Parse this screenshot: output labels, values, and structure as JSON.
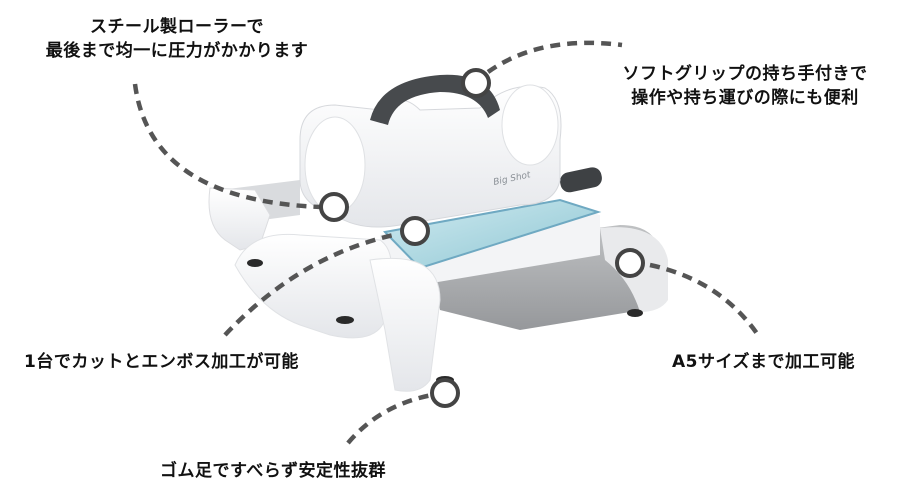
{
  "product": {
    "name": "Big Shot",
    "logo_text": "Big Shot"
  },
  "callouts": [
    {
      "id": "roller",
      "lines": [
        "スチール製ローラーで",
        "最後まで均一に圧力がかかります"
      ]
    },
    {
      "id": "grip",
      "lines": [
        "ソフトグリップの持ち手付きで",
        "操作や持ち運びの際にも便利"
      ]
    },
    {
      "id": "cut",
      "lines": [
        "1台でカットとエンボス加工が可能"
      ]
    },
    {
      "id": "a5",
      "lines": [
        "A5サイズまで加工可能"
      ]
    },
    {
      "id": "feet",
      "lines": [
        "ゴム足ですべらず安定性抜群"
      ]
    }
  ],
  "colors": {
    "callout_line": "#555555",
    "machine_body": "#f2f3f5",
    "machine_grey": "#a9abad",
    "grip": "#4a4d50",
    "plate": "#9fd0da",
    "text": "#111111"
  }
}
